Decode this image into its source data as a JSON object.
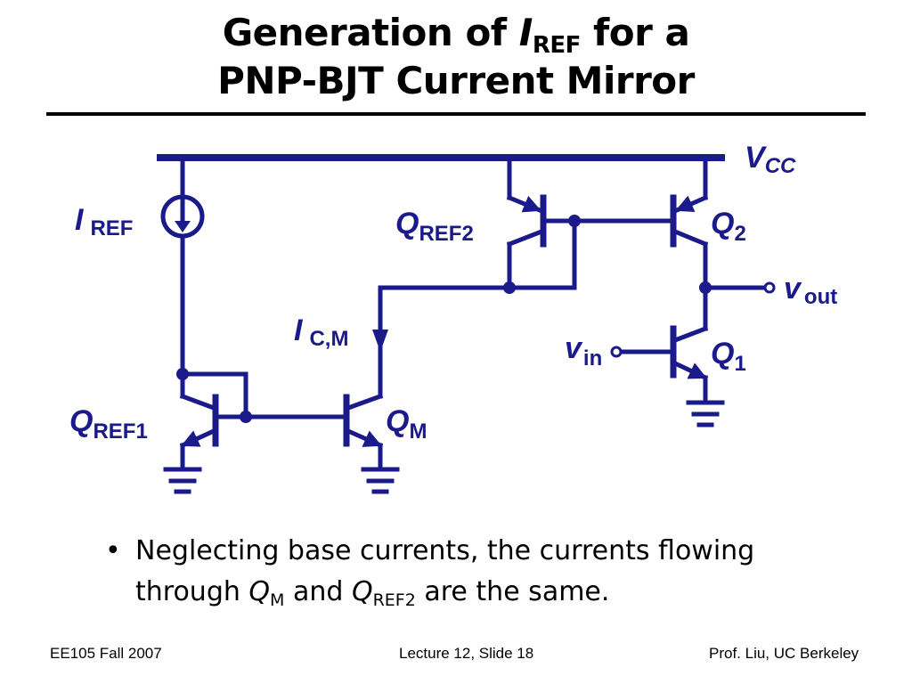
{
  "title": {
    "line1_prefix": "Generation of ",
    "line1_symbol": "I",
    "line1_subscript": "REF",
    "line1_suffix": " for a",
    "line2": "PNP-BJT Current Mirror"
  },
  "diagram": {
    "labels": {
      "vcc": {
        "main": "V",
        "sub": "CC"
      },
      "iref": {
        "main": "I",
        "sub": "REF"
      },
      "qref2": {
        "main": "Q",
        "sub": "REF2"
      },
      "q2": {
        "main": "Q",
        "sub": "2"
      },
      "vout": {
        "main": "v",
        "sub": "out"
      },
      "icm": {
        "main": "I",
        "sub": "C,M"
      },
      "vin": {
        "main": "v",
        "sub": "in"
      },
      "q1": {
        "main": "Q",
        "sub": "1"
      },
      "qref1": {
        "main": "Q",
        "sub": "REF1"
      },
      "qm": {
        "main": "Q",
        "sub": "M"
      }
    },
    "colors": {
      "wire": "#1a1a8a",
      "label": "#1a1a8a"
    }
  },
  "bullet": {
    "glyph": "•",
    "text_1": "Neglecting base currents, the currents flowing through ",
    "sym_a": "Q",
    "sub_a": "M",
    "text_2": " and ",
    "sym_b": "Q",
    "sub_b": "REF2",
    "text_3": " are the same."
  },
  "footer": {
    "left": "EE105 Fall 2007",
    "center": "Lecture 12, Slide 18",
    "right": "Prof. Liu, UC Berkeley"
  }
}
